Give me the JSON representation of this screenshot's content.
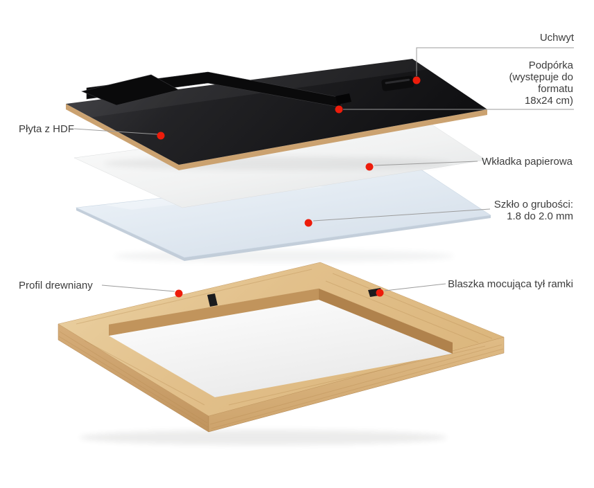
{
  "diagram": {
    "marker_color": "#ed1c0b",
    "leader_line_color": "#9b9b9b",
    "callouts": [
      {
        "id": "uchwyt",
        "side": "right",
        "lines": [
          "Uchwyt"
        ]
      },
      {
        "id": "podporka",
        "side": "right",
        "lines": [
          "Podpórka",
          "(występuje do",
          "formatu",
          "18x24 cm)"
        ]
      },
      {
        "id": "plyta-z-hdf",
        "side": "left",
        "lines": [
          "Płyta z HDF"
        ]
      },
      {
        "id": "wkladka-papierowa",
        "side": "right",
        "lines": [
          "Wkładka papierowa"
        ]
      },
      {
        "id": "szklo",
        "side": "right",
        "lines": [
          "Szkło o grubości:",
          "1.8 do 2.0 mm"
        ]
      },
      {
        "id": "profil-drewniany",
        "side": "left",
        "lines": [
          "Profil drewniany"
        ]
      },
      {
        "id": "blaszka",
        "side": "right",
        "lines": [
          "Blaszka mocująca tył ramki"
        ]
      }
    ]
  }
}
